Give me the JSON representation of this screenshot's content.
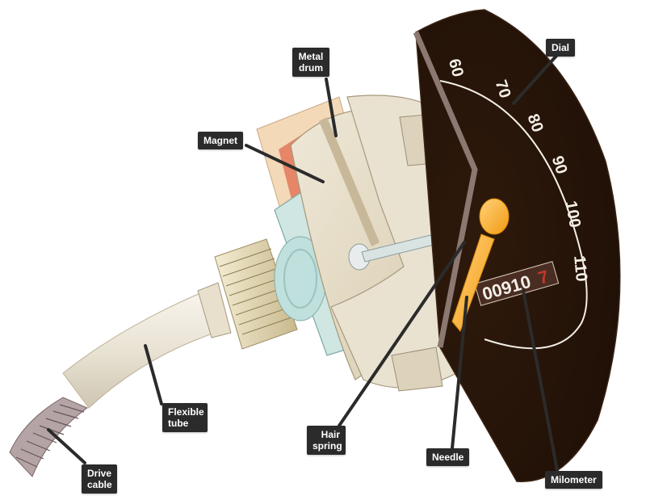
{
  "diagram": {
    "subject": "Mechanical speedometer cutaway",
    "colors": {
      "label_bg": "#2b2b2b",
      "label_text": "#ffffff",
      "leader_line": "#2b2b2b",
      "dial_face": "#2a1609",
      "dial_rim": "#8c7870",
      "needle": "#f5a623",
      "magnet": "#e2775a",
      "metal": "#e6dcc6",
      "steel_blue": "#bfe0dc",
      "odometer_red_digit": "#c0392b"
    },
    "dial": {
      "scale_numbers": [
        "60",
        "70",
        "80",
        "90",
        "100",
        "110"
      ],
      "milometer_reading": "00910",
      "milometer_last_digit": "7"
    },
    "labels": [
      {
        "id": "metal-drum",
        "text": "Metal\ndrum"
      },
      {
        "id": "dial",
        "text": "Dial"
      },
      {
        "id": "magnet",
        "text": "Magnet"
      },
      {
        "id": "flexible-tube",
        "text": "Flexible\ntube"
      },
      {
        "id": "hair-spring",
        "text": "Hair\nspring"
      },
      {
        "id": "needle",
        "text": "Needle"
      },
      {
        "id": "milometer",
        "text": "Milometer"
      },
      {
        "id": "drive-cable",
        "text": "Drive\ncable"
      }
    ]
  }
}
